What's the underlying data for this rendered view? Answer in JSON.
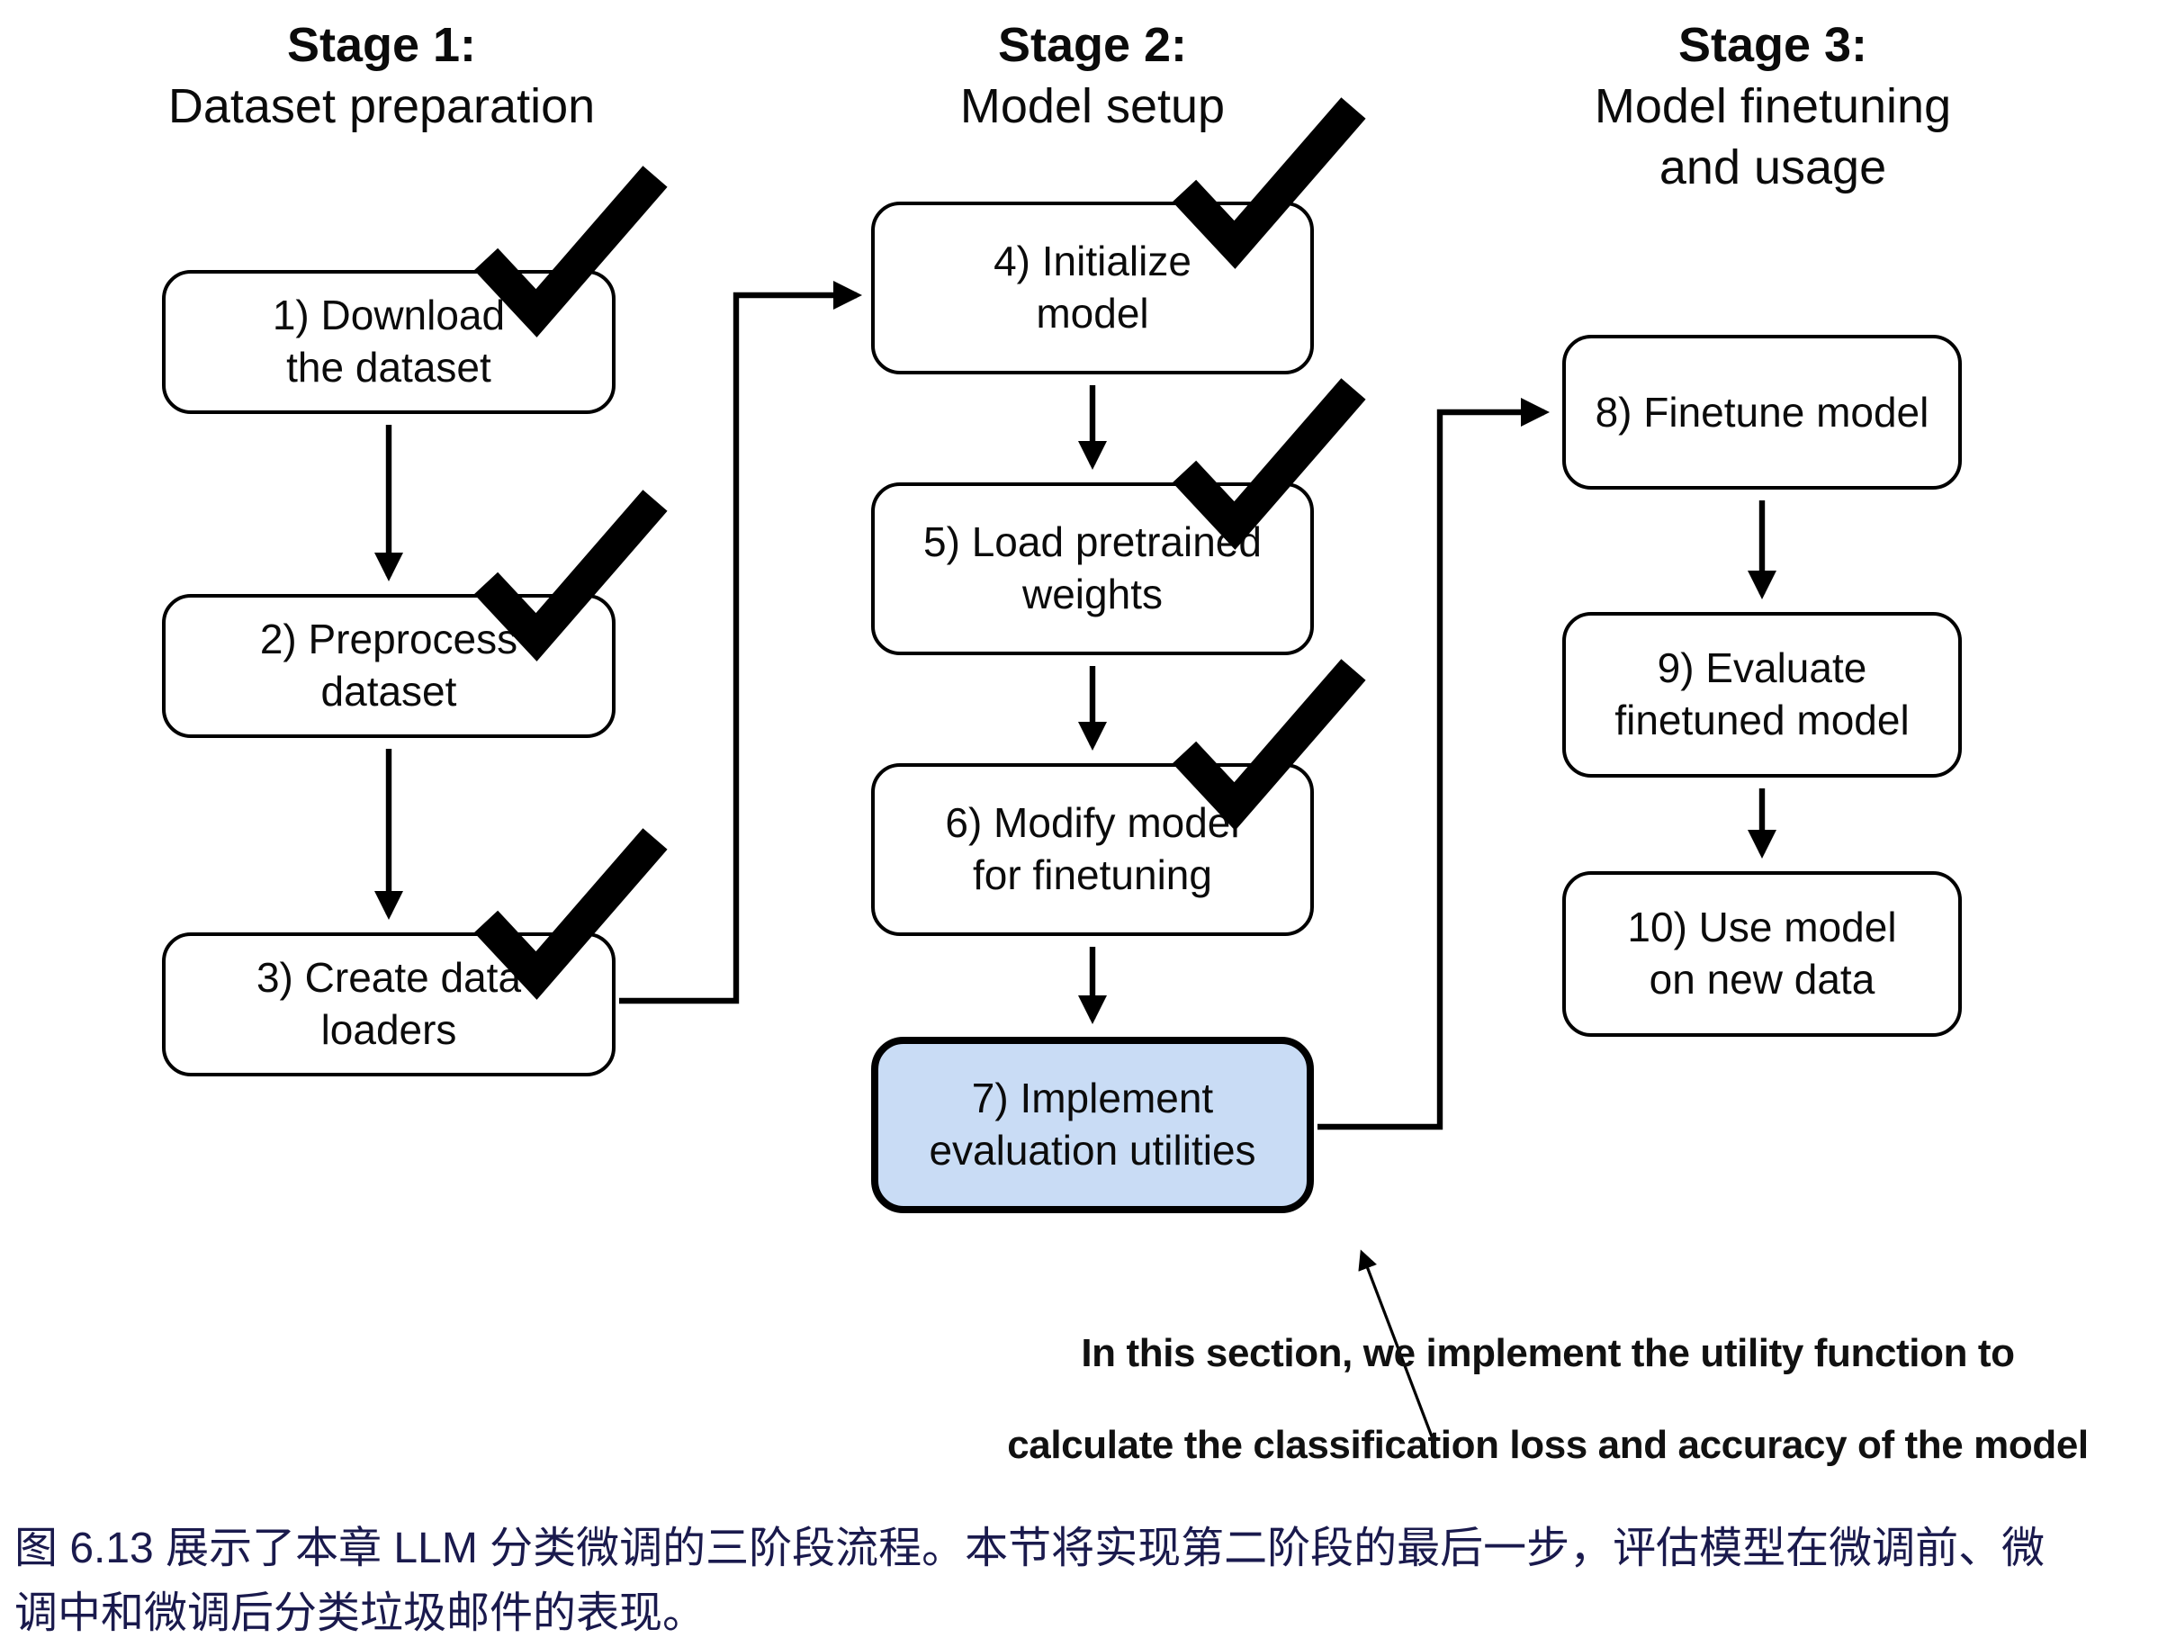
{
  "figure": {
    "type": "flowchart",
    "stages": [
      {
        "label": "Stage 1:",
        "sublabel": "Dataset preparation"
      },
      {
        "label": "Stage 2:",
        "sublabel": "Model setup"
      },
      {
        "label": "Stage 3:",
        "sublabel": "Model finetuning\nand usage"
      }
    ],
    "boxes": [
      {
        "id": 1,
        "label": "1) Download\nthe dataset",
        "stage": 1,
        "checked": true,
        "highlighted": false
      },
      {
        "id": 2,
        "label": "2) Preprocess\ndataset",
        "stage": 1,
        "checked": true,
        "highlighted": false
      },
      {
        "id": 3,
        "label": "3) Create data\nloaders",
        "stage": 1,
        "checked": true,
        "highlighted": false
      },
      {
        "id": 4,
        "label": "4) Initialize\nmodel",
        "stage": 2,
        "checked": true,
        "highlighted": false
      },
      {
        "id": 5,
        "label": "5) Load pretrained\nweights",
        "stage": 2,
        "checked": true,
        "highlighted": false
      },
      {
        "id": 6,
        "label": "6) Modify model\nfor finetuning",
        "stage": 2,
        "checked": true,
        "highlighted": false
      },
      {
        "id": 7,
        "label": "7) Implement\nevaluation utilities",
        "stage": 2,
        "checked": false,
        "highlighted": true
      },
      {
        "id": 8,
        "label": "8) Finetune model",
        "stage": 3,
        "checked": false,
        "highlighted": false
      },
      {
        "id": 9,
        "label": "9) Evaluate\nfinetuned model",
        "stage": 3,
        "checked": false,
        "highlighted": false
      },
      {
        "id": 10,
        "label": "10) Use model\non new data",
        "stage": 3,
        "checked": false,
        "highlighted": false
      }
    ],
    "flow": [
      "1→2",
      "2→3",
      "3→4",
      "4→5",
      "5→6",
      "6→7",
      "7→8",
      "8→9",
      "9→10"
    ],
    "annotation": {
      "text": "In this section, we implement the utility function to\ncalculate the classification loss and accuracy of the model"
    }
  },
  "caption": {
    "text": "图 6.13 展示了本章 LLM 分类微调的三阶段流程。本节将实现第二阶段的最后一步，评估模型在微调前、微\n调中和微调后分类垃圾邮件的表现。"
  },
  "colors": {
    "box_border": "#000000",
    "box_fill": "#ffffff",
    "highlight_fill": "#c9dcf5",
    "checkmark": "#000000",
    "arrow": "#000000",
    "caption_text": "#1a1a4d",
    "background": "#ffffff"
  }
}
